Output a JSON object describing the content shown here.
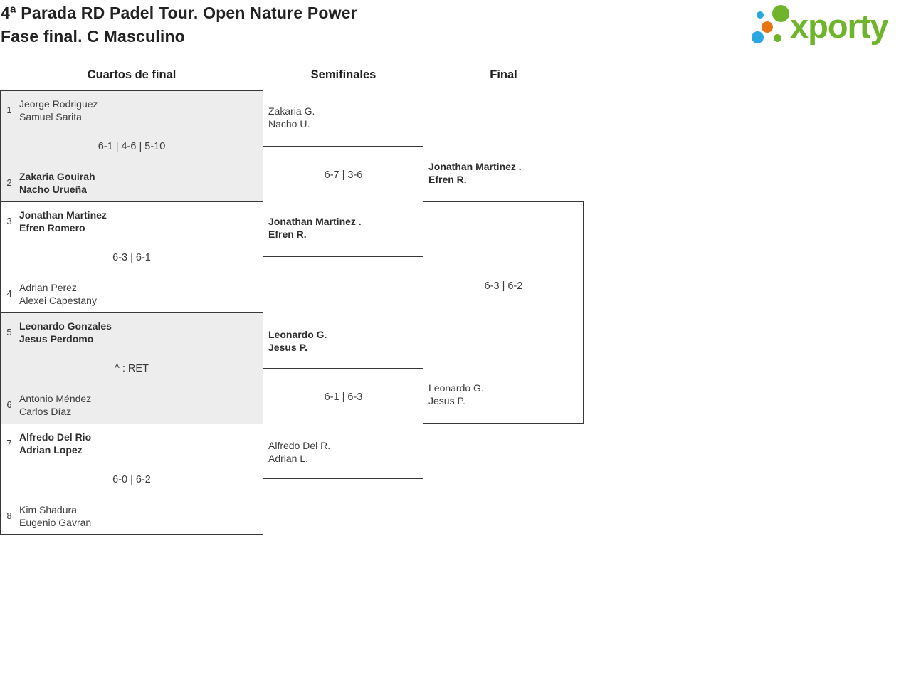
{
  "header": {
    "title_line1": "4ª Parada RD Padel Tour. Open Nature Power",
    "title_line2": "Fase final. C Masculino",
    "logo_text": "xporty"
  },
  "columns": {
    "quarterfinals": "Cuartos de final",
    "semifinals": "Semifinales",
    "final": "Final"
  },
  "bracket": {
    "quarterfinals": [
      {
        "seed_top": "1",
        "top_player1": "Jeorge Rodriguez",
        "top_player2": "Samuel Sarita",
        "score": "6-1 | 4-6 | 5-10",
        "seed_bottom": "2",
        "bottom_player1": "Zakaria Gouirah",
        "bottom_player2": "Nacho Urueña",
        "winner": "bottom"
      },
      {
        "seed_top": "3",
        "top_player1": "Jonathan Martinez",
        "top_player2": "Efren Romero",
        "score": "6-3 | 6-1",
        "seed_bottom": "4",
        "bottom_player1": "Adrian Perez",
        "bottom_player2": "Alexei Capestany",
        "winner": "top"
      },
      {
        "seed_top": "5",
        "top_player1": "Leonardo Gonzales",
        "top_player2": "Jesus Perdomo",
        "score": "^ : RET",
        "seed_bottom": "6",
        "bottom_player1": "Antonio Méndez",
        "bottom_player2": "Carlos Díaz",
        "winner": "top"
      },
      {
        "seed_top": "7",
        "top_player1": "Alfredo Del Rio",
        "top_player2": "Adrian Lopez",
        "score": "6-0 | 6-2",
        "seed_bottom": "8",
        "bottom_player1": "Kim Shadura",
        "bottom_player2": "Eugenio Gavran",
        "winner": "top"
      }
    ],
    "semifinals": [
      {
        "top_player1": "Zakaria G.",
        "top_player2": "Nacho U.",
        "score": "6-7 | 3-6",
        "bottom_player1": "Jonathan Martinez .",
        "bottom_player2": "Efren R.",
        "winner": "bottom"
      },
      {
        "top_player1": "Leonardo G.",
        "top_player2": "Jesus P.",
        "score": "6-1 | 6-3",
        "bottom_player1": "Alfredo Del R.",
        "bottom_player2": "Adrian L.",
        "winner": "top"
      }
    ],
    "final": {
      "top_player1": "Jonathan Martinez .",
      "top_player2": "Efren R.",
      "score": "6-3 | 6-2",
      "bottom_player1": "Leonardo G.",
      "bottom_player2": "Jesus P.",
      "winner": "top"
    }
  },
  "colors": {
    "brand_green": "#6fb52b",
    "brand_blue": "#29a8e0",
    "brand_orange": "#e87511",
    "shaded_match_bg": "#ededed",
    "border": "#383838"
  }
}
